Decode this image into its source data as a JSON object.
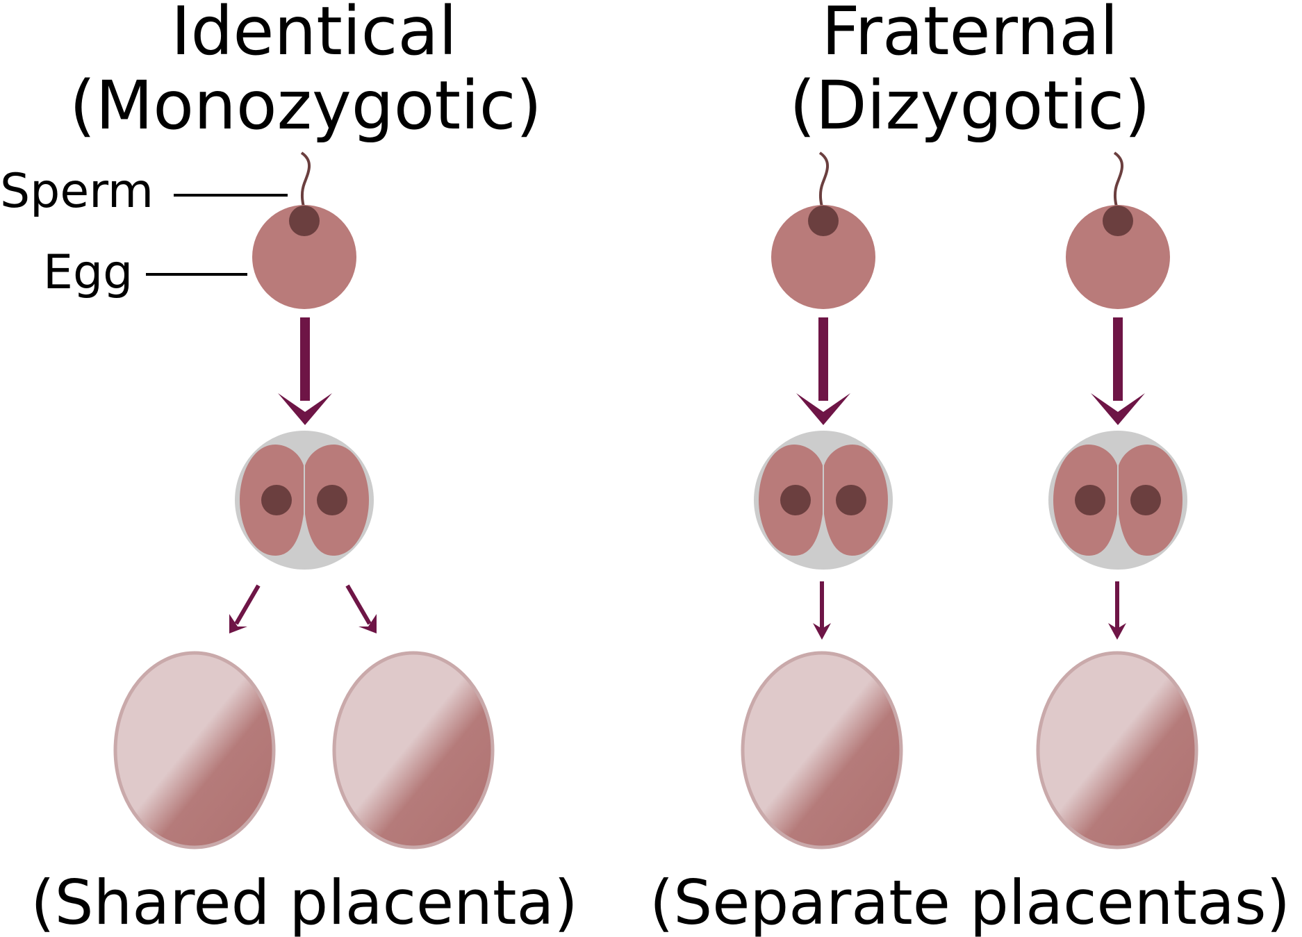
{
  "identical": {
    "title": "Identical",
    "subtitle": "(Monozygotic)",
    "caption": "(Shared placenta)"
  },
  "fraternal": {
    "title": "Fraternal",
    "subtitle": "(Dizygotic)",
    "caption": "(Separate placentas)"
  },
  "labels": {
    "sperm": "Sperm",
    "egg": "Egg"
  },
  "colors": {
    "egg": "#b97b7a",
    "nucleus": "#6b3f3f",
    "sperm_tail": "#6b3f3f",
    "arrow": "#6e1546",
    "zona": "#cccccc",
    "placenta_light": "#dfc9ca",
    "placenta_dark": "#af7271",
    "placenta_stroke": "#c9a9aa"
  }
}
